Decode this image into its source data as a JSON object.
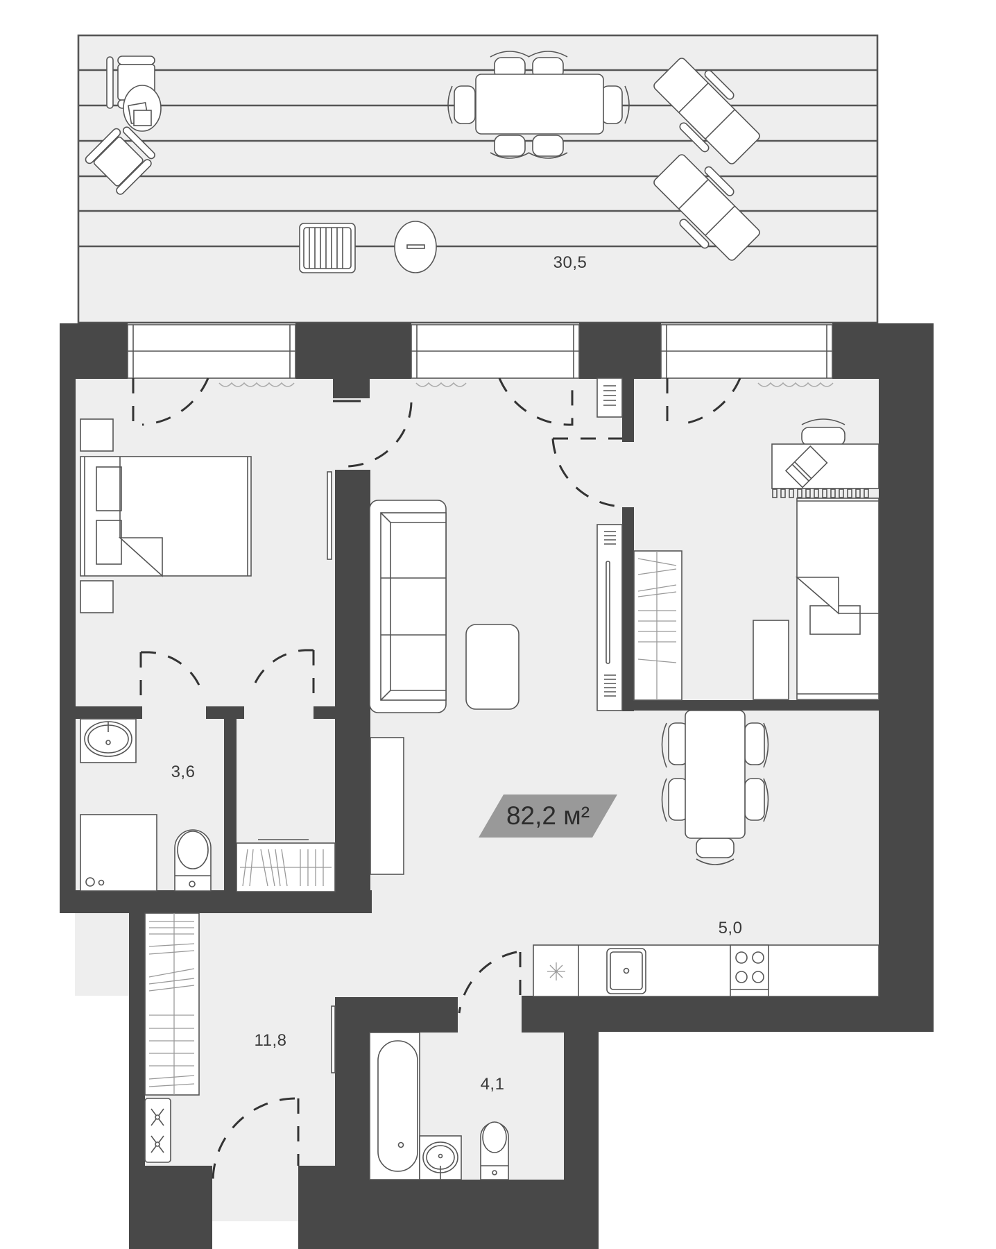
{
  "plan": {
    "type": "apartment floor plan",
    "total_area": {
      "value": "82,2",
      "unit": "м²",
      "badge_color": "#999999"
    },
    "rooms": [
      {
        "id": "terrace",
        "area": "30,5"
      },
      {
        "id": "bathroom-small",
        "area": "3,6"
      },
      {
        "id": "kitchen-living",
        "area": "5,0"
      },
      {
        "id": "hallway",
        "area": "11,8"
      },
      {
        "id": "bathroom",
        "area": "4,1"
      }
    ],
    "colors": {
      "wall": "#484848",
      "floor": "#eeeeee",
      "furniture": "#ffffff",
      "line": "#555555"
    },
    "icons": [
      "armchair-icon",
      "coffee-table-icon",
      "dining-table-icon",
      "chair-icon",
      "sun-lounger-icon",
      "grill-icon",
      "fire-pit-icon",
      "bed-icon",
      "sofa-icon",
      "tv-stand-icon",
      "desk-icon",
      "wardrobe-icon",
      "sink-icon",
      "toilet-icon",
      "bathtub-icon",
      "shower-icon",
      "stove-icon",
      "fridge-icon",
      "washing-machine-icon"
    ]
  }
}
